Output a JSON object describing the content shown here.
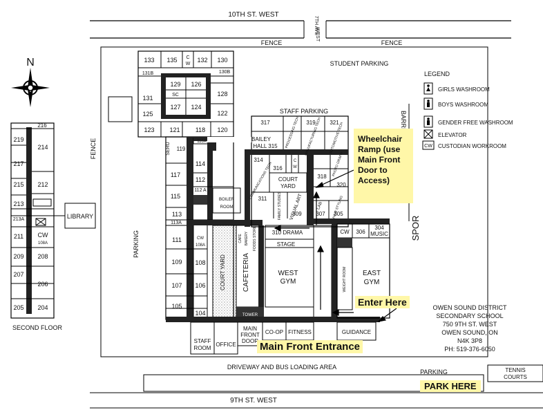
{
  "north": "N",
  "streets": {
    "top": "10TH ST. WEST",
    "bottom": "9TH ST. WEST",
    "ave_line1": "7TH AVE",
    "ave_line2": "WEST",
    "driveway": "DRIVEWAY AND BUS LOADING AREA"
  },
  "labels": {
    "fence_left": "FENCE",
    "fence_mid": "FENCE",
    "fence_right": "FENCE",
    "student_parking": "STUDENT PARKING",
    "staff_parking": "STAFF PARKING",
    "parking_left": "PARKING",
    "parking_bottom": "PARKING",
    "tennis1": "TENNIS",
    "tennis2": "COURTS",
    "sports": "SPOR",
    "barrier": "BARRIER"
  },
  "callouts": {
    "ramp": [
      "Wheelchair",
      "Ramp (use",
      "Main Front",
      "Door to",
      "Access)"
    ],
    "enter": "Enter Here",
    "main_entrance": "Main Front Entrance",
    "park": "PARK HERE"
  },
  "school": {
    "name1": "OWEN SOUND DISTRICT",
    "name2": "SECONDARY SCHOOL",
    "addr1": "750 9TH ST. WEST",
    "addr2": "OWEN SOUND, ON",
    "addr3": "N4K 3P8",
    "phone": "PH: 519-376-6050"
  },
  "legend": {
    "title": "LEGEND",
    "items": [
      {
        "label": "GIRLS WASHROOM",
        "icon": "female-icon"
      },
      {
        "label": "BOYS WASHROOM",
        "icon": "male-icon"
      },
      {
        "label": "GENDER FREE WASHROOM",
        "icon": "all-gender-icon"
      },
      {
        "label": "ELEVATOR",
        "icon": "elevator-icon"
      },
      {
        "label": "CUSTODIAN WORKROOM",
        "icon": "cw-icon",
        "code": "CW"
      }
    ]
  },
  "second_floor": {
    "title": "SECOND FLOOR",
    "library": "LIBRARY",
    "rooms": [
      "216",
      "219",
      "214",
      "217",
      "215",
      "212",
      "213",
      "213A",
      "211",
      "CW",
      "108A",
      "209",
      "208",
      "207",
      "206",
      "205",
      "204"
    ]
  },
  "rooms": {
    "r133": "133",
    "r135": "135",
    "cw1": "C",
    "cw2": "W",
    "r132": "132",
    "r130": "130",
    "r131b": "131B",
    "r130b": "130B",
    "r129": "129",
    "r126": "126",
    "r128": "128",
    "sc": "SC",
    "r131": "131",
    "r127": "127",
    "r124": "124",
    "r125": "125",
    "r122": "122",
    "r123": "123",
    "r121": "121",
    "r118": "118",
    "r120": "120",
    "r116a": "116A",
    "seru": "SERU",
    "r119": "119",
    "r117": "117",
    "r114": "114",
    "r112": "112",
    "r112a": "112 A",
    "r115": "115",
    "boiler1": "BOILER",
    "boiler2": "ROOM",
    "r113": "113",
    "r113a": "113A",
    "r111": "111",
    "cw108a1": "CW",
    "cw108a2": "108A",
    "r109": "109",
    "r108": "108",
    "court_yard_w": "COURT YARD",
    "cafeteria": "CAFETERIA",
    "r107": "107",
    "r106": "106",
    "r105": "105",
    "r104": "104",
    "cafe": "CAFE",
    "bakery": "BAKERY",
    "food": "FOODS STORE",
    "tower": "TOWER",
    "r310": "310 DRAMA",
    "stage": "STAGE",
    "west_gym1": "WEST",
    "west_gym2": "GYM",
    "staff_room1": "STAFF",
    "staff_room2": "ROOM",
    "office": "OFFICE",
    "main_door1": "MAIN",
    "main_door2": "FRONT",
    "main_door3": "DOOR",
    "coop": "CO-OP",
    "fitness": "FITNESS",
    "guidance": "GUIDANCE",
    "r317": "317",
    "r319": "319",
    "r321": "321",
    "proc_tech": "PROCESSING TECH",
    "manuf_tech": "MANUFACTURING TECH",
    "auto_tech": "AUTOMOTIVE TECH",
    "bailey1": "BAILEY",
    "bailey2": "HALL 315",
    "r314": "314",
    "r316": "316",
    "comm_tech": "COMMUNICATIONS TECH",
    "court_yard_e1": "COURT",
    "court_yard_e2": "YARD",
    "r318": "318",
    "photo": "PHOTO GRAPH",
    "r320": "320",
    "r311": "311",
    "family": "FAMILY STUDIES",
    "visual": "VISUAL ART",
    "r309": "309",
    "lab1": "LAB",
    "r307": "307",
    "hair": "HAIR STYLING",
    "r305": "305",
    "cw_east": "CW",
    "r306": "306",
    "r304a": "304",
    "r304b": "MUSIC",
    "weight": "WEIGHT ROOM",
    "east_gym1": "EAST",
    "east_gym2": "GYM"
  }
}
